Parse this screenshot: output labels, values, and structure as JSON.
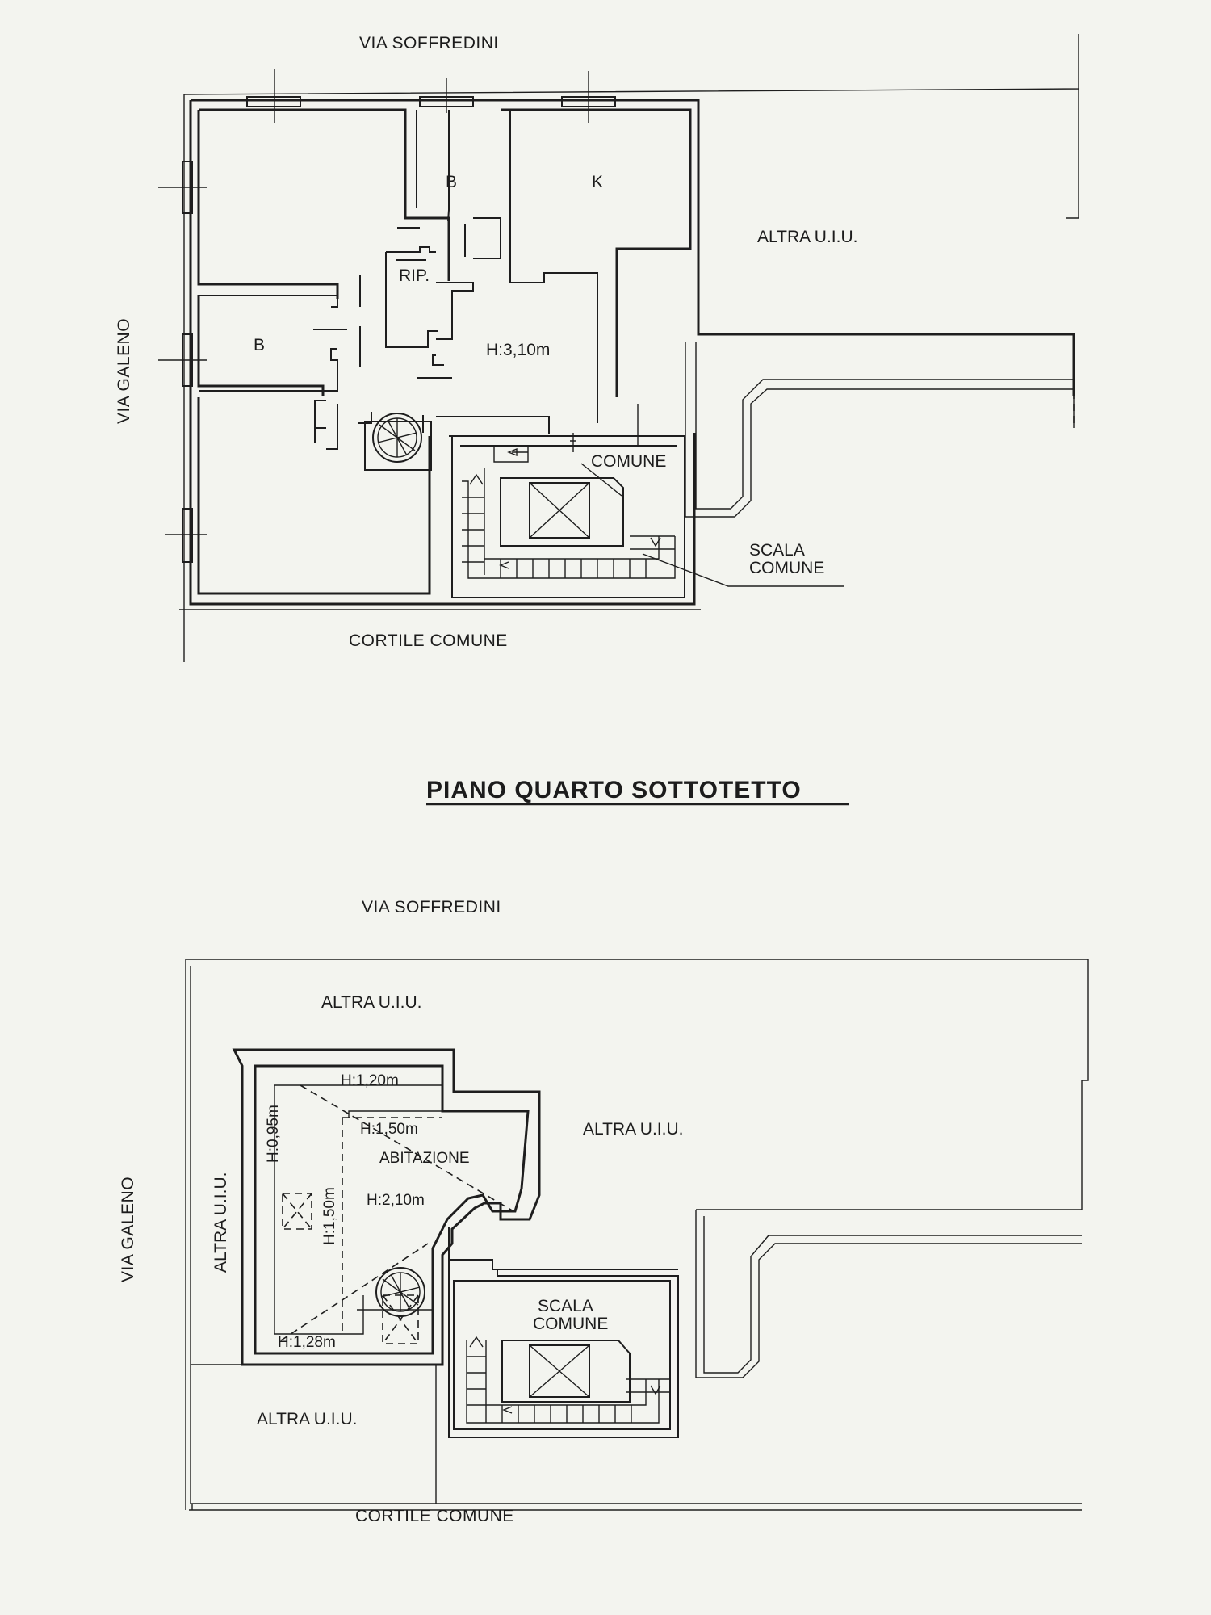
{
  "top_plan": {
    "street_north": "VIA SOFFREDINI",
    "street_west": "VIA GALENO",
    "courtyard": "CORTILE COMUNE",
    "rooms": {
      "bath_upper": "B",
      "kitchen": "K",
      "storage": "RIP.",
      "bath_lower": "B",
      "height": "H:3,10m",
      "common": "COMUNE",
      "other_unit": "ALTRA U.I.U.",
      "stair_line1": "SCALA",
      "stair_line2": "COMUNE"
    }
  },
  "section_title": "PIANO QUARTO SOTTOTETTO",
  "bottom_plan": {
    "street_north": "VIA SOFFREDINI",
    "street_west": "VIA GALENO",
    "courtyard": "CORTILE COMUNE",
    "labels": {
      "other_unit_top": "ALTRA U.I.U.",
      "other_unit_right": "ALTRA U.I.U.",
      "other_unit_left": "ALTRA U.I.U.",
      "other_unit_bottom": "ALTRA U.I.U.",
      "dwelling": "ABITAZIONE",
      "h_120": "H:1,20m",
      "h_150_top": "H:1,50m",
      "h_095": "H:0,95m",
      "h_150_mid": "H:1,50m",
      "h_210": "H:2,10m",
      "h_128": "H:1,28m",
      "stair_line1": "SCALA",
      "stair_line2": "COMUNE"
    }
  }
}
